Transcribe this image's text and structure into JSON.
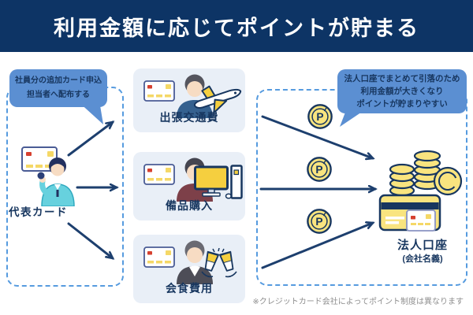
{
  "header": {
    "title": "利用金額に応じてポイントが貯まる"
  },
  "left_panel": {
    "bubble_lines": [
      "社員分の追加カード申込",
      "担当者へ配布する"
    ],
    "card_label": "代表カード"
  },
  "expense_boxes": [
    {
      "label": "出張交通費",
      "icon": "airplane-icon"
    },
    {
      "label": "備品購入",
      "icon": "computer-icon"
    },
    {
      "label": "会食費用",
      "icon": "toast-glasses-icon"
    }
  ],
  "right_panel": {
    "bubble_lines": [
      "法人口座でまとめて引落のため",
      "利用金額が大きくなり",
      "ポイントが貯まりやすい"
    ],
    "point_coin_letter": "P",
    "account_label": "法人口座",
    "account_sublabel": "(会社名義)"
  },
  "footnote": "※クレジットカード会社によってポイント制度は異なります",
  "colors": {
    "header_bg": "#0d3465",
    "ink_navy": "#17365f",
    "arrow_navy": "#1d3f6e",
    "bubble_blue": "#5b8fd2",
    "dash_blue": "#569bdf",
    "box_bg": "#e9eff7",
    "accent_yellow": "#f5cf3f",
    "coin_yellow": "#f9e47f",
    "chip_red": "#d6402f",
    "suit_teal": "#67d1de",
    "note_gray": "#8f8f8f"
  }
}
